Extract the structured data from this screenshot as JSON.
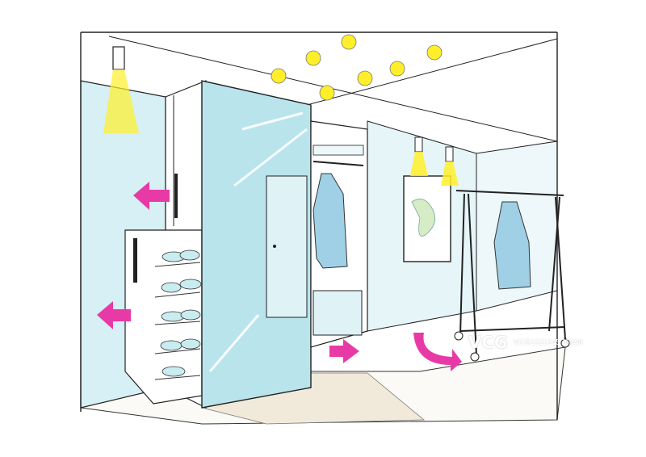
{
  "scene": {
    "palette": {
      "wall": "#d6f0f5",
      "glass": "#b9e4ec",
      "lamp": "#ffef2a",
      "arrow": "#e83aa6",
      "floor": "#f1eadb",
      "ink": "#222222",
      "coat": "#9fd0e6"
    },
    "arrows": [
      "arrow-left",
      "arrow-left",
      "arrow-right",
      "arrow-rotate"
    ],
    "lamps": [
      "wall-spotlight",
      "ceiling-downlight",
      "wall-spotlight"
    ]
  },
  "watermark": {
    "logo": "VCG",
    "id": "VCG111124576548"
  }
}
